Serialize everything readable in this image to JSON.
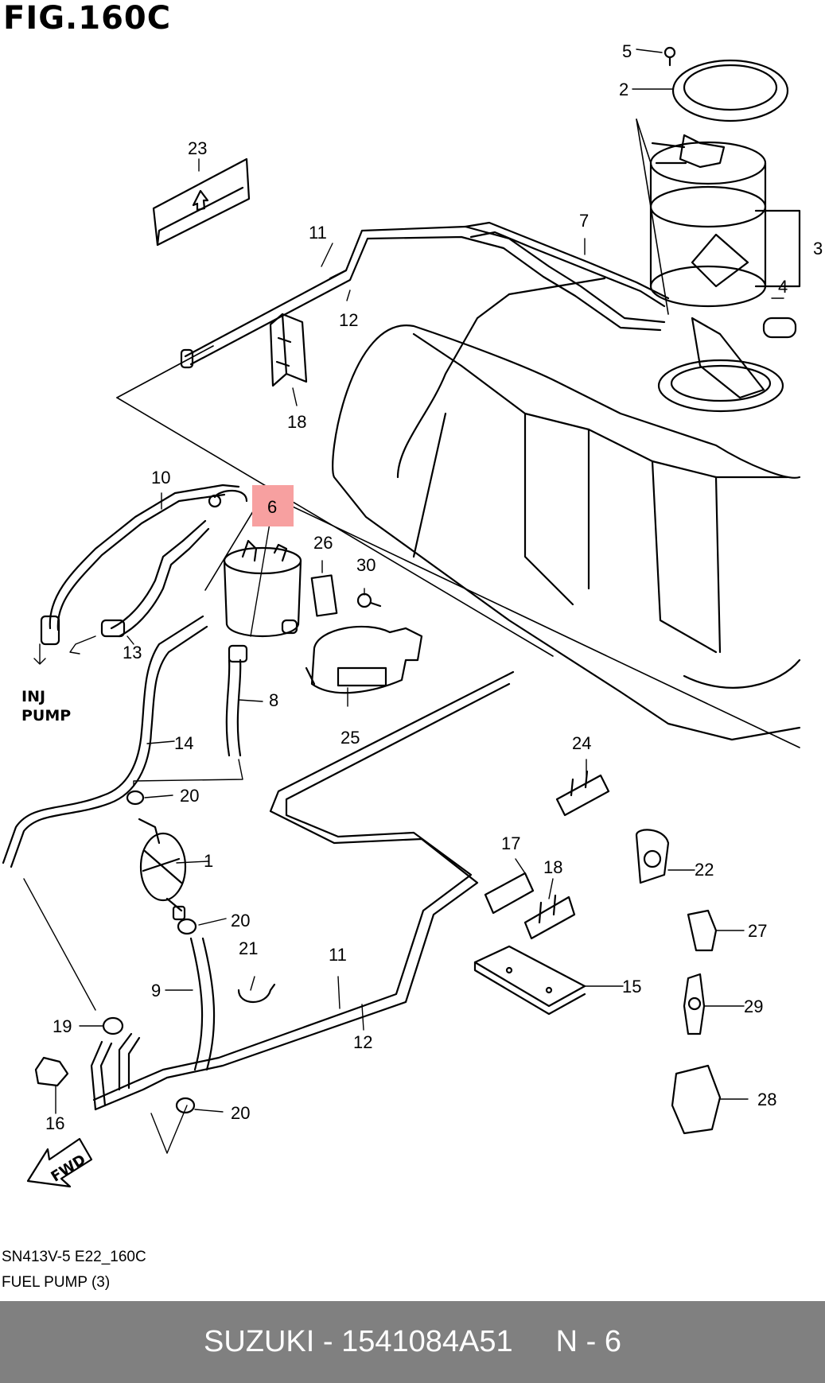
{
  "figure": {
    "title": "FIG.160C"
  },
  "callouts": [
    {
      "id": "c1",
      "text": "1"
    },
    {
      "id": "c2",
      "text": "2"
    },
    {
      "id": "c3",
      "text": "3"
    },
    {
      "id": "c4",
      "text": "4"
    },
    {
      "id": "c5",
      "text": "5"
    },
    {
      "id": "c6",
      "text": "6"
    },
    {
      "id": "c7",
      "text": "7"
    },
    {
      "id": "c8",
      "text": "8"
    },
    {
      "id": "c9",
      "text": "9"
    },
    {
      "id": "c10",
      "text": "10"
    },
    {
      "id": "c11a",
      "text": "11"
    },
    {
      "id": "c11b",
      "text": "11"
    },
    {
      "id": "c12a",
      "text": "12"
    },
    {
      "id": "c12b",
      "text": "12"
    },
    {
      "id": "c13",
      "text": "13"
    },
    {
      "id": "c14",
      "text": "14"
    },
    {
      "id": "c15",
      "text": "15"
    },
    {
      "id": "c16",
      "text": "16"
    },
    {
      "id": "c17",
      "text": "17"
    },
    {
      "id": "c18a",
      "text": "18"
    },
    {
      "id": "c18b",
      "text": "18"
    },
    {
      "id": "c19",
      "text": "19"
    },
    {
      "id": "c20a",
      "text": "20"
    },
    {
      "id": "c20b",
      "text": "20"
    },
    {
      "id": "c20c",
      "text": "20"
    },
    {
      "id": "c21",
      "text": "21"
    },
    {
      "id": "c22",
      "text": "22"
    },
    {
      "id": "c23",
      "text": "23"
    },
    {
      "id": "c24",
      "text": "24"
    },
    {
      "id": "c25",
      "text": "25"
    },
    {
      "id": "c26",
      "text": "26"
    },
    {
      "id": "c27",
      "text": "27"
    },
    {
      "id": "c28",
      "text": "28"
    },
    {
      "id": "c29",
      "text": "29"
    },
    {
      "id": "c30",
      "text": "30"
    }
  ],
  "labels": {
    "inj_line1": "INJ",
    "inj_line2": "PUMP",
    "fwd": "FWD"
  },
  "highlight": {
    "color": "#f7a0a0",
    "part": "6"
  },
  "captions": {
    "model_code": "SN413V-5 E22_160C",
    "group_name": "FUEL PUMP (3)"
  },
  "footer": {
    "brand_part": "SUZUKI - 1541084A51",
    "page_ref": "N - 6"
  }
}
